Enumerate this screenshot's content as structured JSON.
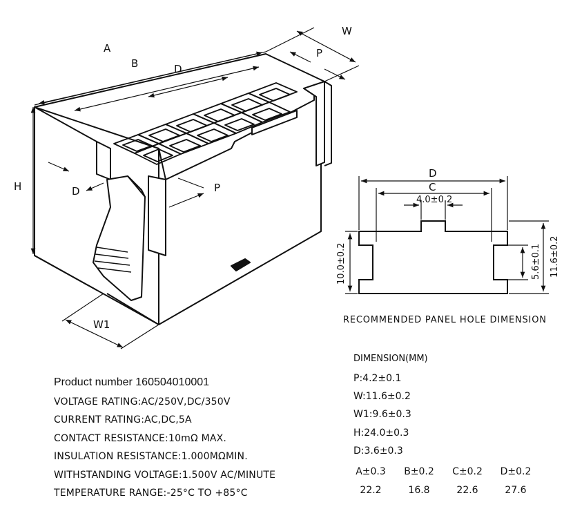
{
  "connector_labels": {
    "A": "A",
    "B": "B",
    "D_top": "D",
    "W": "W",
    "P_top": "P",
    "H": "H",
    "D_left": "D",
    "P_front": "P",
    "W1": "W1"
  },
  "panel": {
    "D": "D",
    "C": "C",
    "center": "4.0±0.2",
    "height_left": "10.0±0.2",
    "height_inner": "5.6±0.1",
    "height_right": "11.6±0.2",
    "caption": "RECOMMENDED PANEL HOLE DIMENSION"
  },
  "specs": {
    "product_number": "Product number   160504010001",
    "voltage": "VOLTAGE RATING:AC/250V,DC/350V",
    "current": "CURRENT RATING:AC,DC,5A",
    "contact": "CONTACT RESISTANCE:10mΩ MAX.",
    "insulation": "INSULATION RESISTANCE:1.000MΩMIN.",
    "withstanding": "WITHSTANDING VOLTAGE:1.500V AC/MINUTE",
    "temperature": "TEMPERATURE RANGE:-25°C TO +85°C"
  },
  "dimensions": {
    "title": "DIMENSION(MM)",
    "P": "P:4.2±0.1",
    "W": "W:11.6±0.2",
    "W1": "W1:9.6±0.3",
    "H": "H:24.0±0.3",
    "D": "D:3.6±0.3",
    "table": {
      "headers": [
        "A±0.3",
        "B±0.2",
        "C±0.2",
        "D±0.2"
      ],
      "values": [
        "22.2",
        "16.8",
        "22.6",
        "27.6"
      ]
    }
  }
}
